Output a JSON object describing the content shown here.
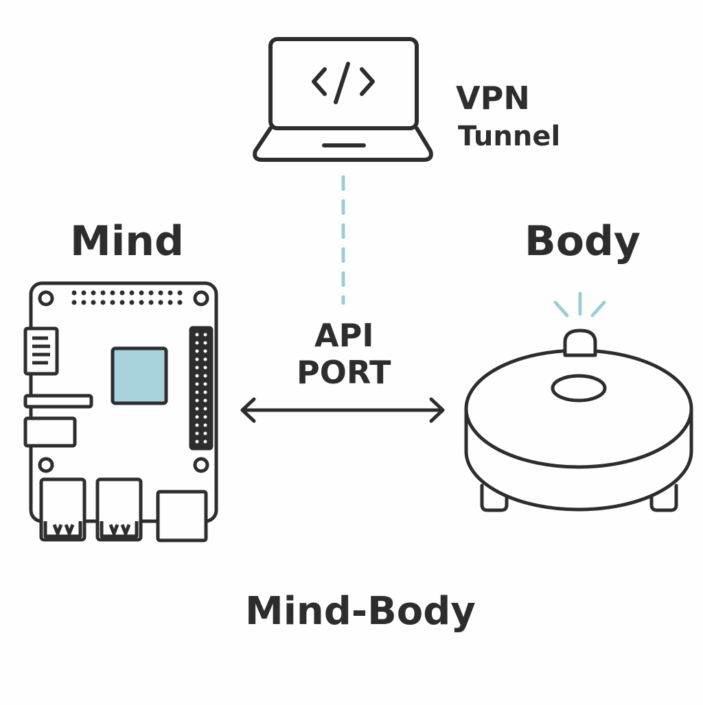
{
  "colors": {
    "stroke": "#2d2d2d",
    "accent": "#a9d3dc",
    "dash": "#9ccdd6",
    "background": "#fefefe"
  },
  "labels": {
    "vpn_line1": "VPN",
    "vpn_line2": "Tunnel",
    "mind": "Mind",
    "body": "Body",
    "api_line1": "API",
    "api_line2": "PORT",
    "caption": "Mind-Body"
  },
  "icons": {
    "laptop": "laptop-code-icon",
    "board": "raspberry-pi-board-icon",
    "robot": "robot-vacuum-icon"
  }
}
